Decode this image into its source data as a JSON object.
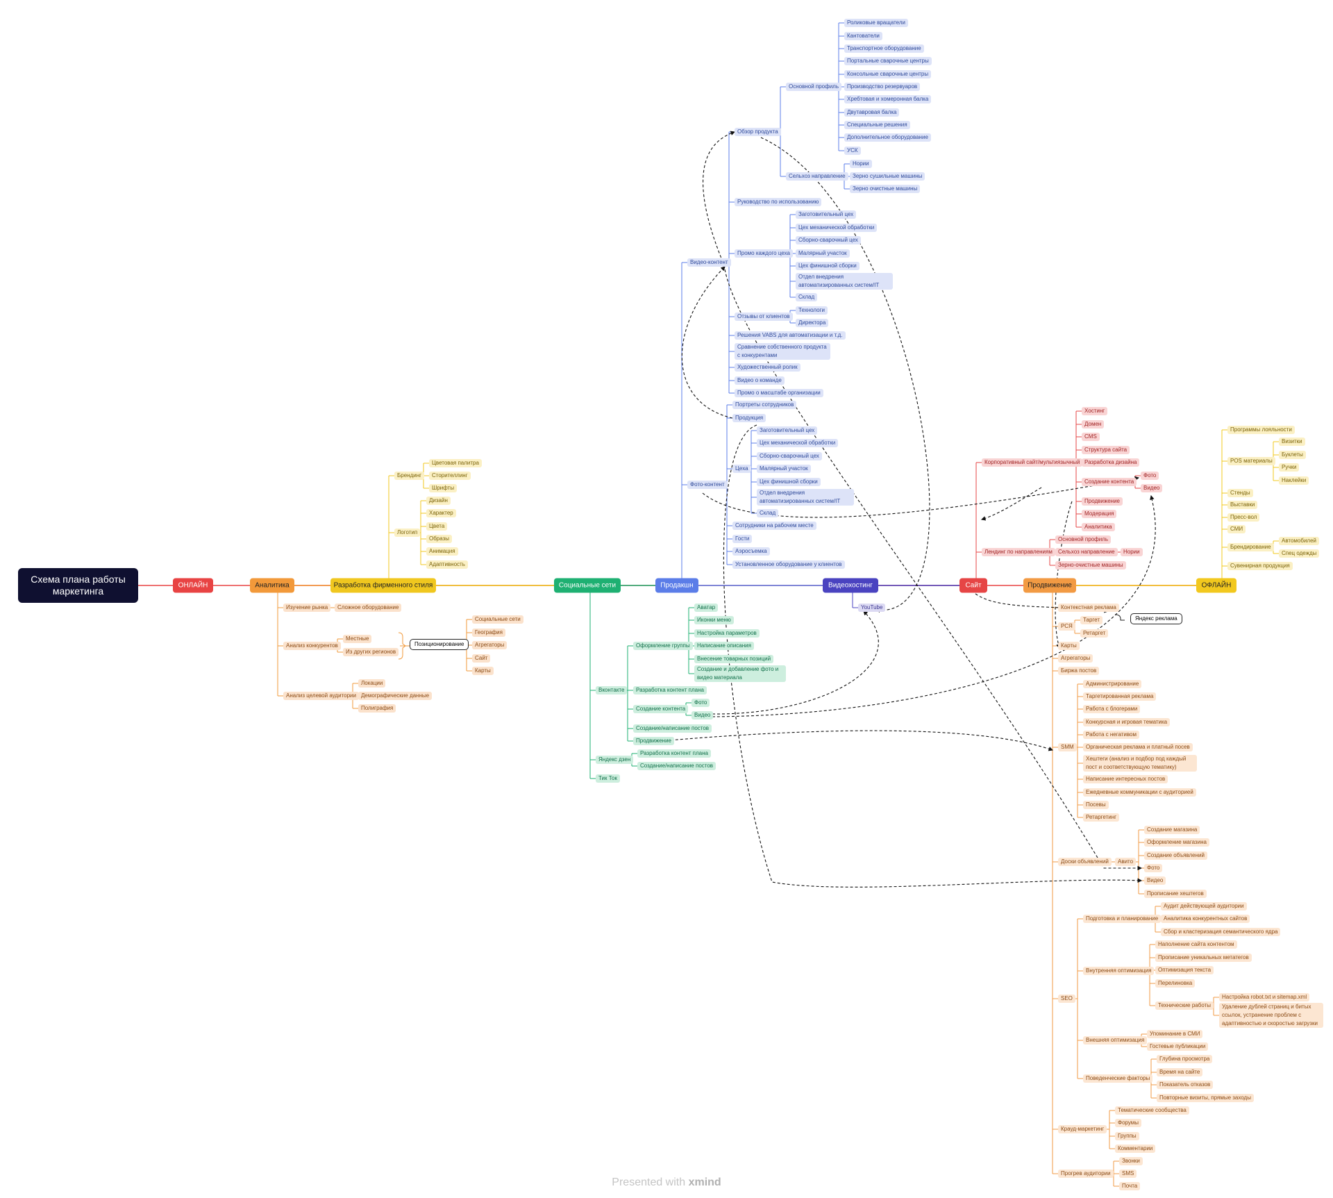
{
  "colors": {
    "online": "#e84343",
    "analytics": "#f2993a",
    "brand": "#f0c71f",
    "social": "#1eb072",
    "production": "#5b7de8",
    "video": "#4a43c0",
    "site": "#e64545",
    "promo": "#f29a43",
    "offline": "#f2c81e"
  },
  "root": {
    "label": "Схема плана работы маркетинга"
  },
  "main": {
    "online": "ОНЛАЙН",
    "analytics": "Аналитика",
    "brand": "Разработка фирменного стиля",
    "social": "Социальные сети",
    "production": "Продакшн",
    "videohosting": "Видеохостинг",
    "site": "Сайт",
    "promo": "Продвижение",
    "offline": "ОФЛАЙН"
  },
  "callouts": {
    "positioning": "Позиционирование",
    "yandex_ads": "Яндекс реклама"
  },
  "footer": {
    "prefix": "Presented with ",
    "brand": "xmind"
  },
  "nodes": {
    "an_market": "Изучение рынка",
    "an_market_c": "Сложное оборудование",
    "an_comp": "Анализ конкурентов",
    "an_comp_local": "Местные",
    "an_comp_other": "Из других регионов",
    "an_comp_c1": "Социальные сети",
    "an_comp_c2": "География",
    "an_comp_c3": "Агрегаторы",
    "an_comp_c4": "Сайт",
    "an_comp_c5": "Карты",
    "an_ta": "Анализ целевой аудитории",
    "an_ta_c1": "Локации",
    "an_ta_c2": "Демографические данные",
    "an_ta_c3": "Полиграфия",
    "br_branding": "Брендинг",
    "br_b1": "Цветовая палитра",
    "br_b2": "Сторителлинг",
    "br_b3": "Шрифты",
    "br_logo": "Логотип",
    "br_l1": "Дизайн",
    "br_l2": "Характер",
    "br_l3": "Цвета",
    "br_l4": "Образы",
    "br_l5": "Анимация",
    "br_l6": "Адаптивность",
    "vk": "Вконтакте",
    "vk_design": "Оформление группы",
    "vk_d1": "Аватар",
    "vk_d2": "Иконки меню",
    "vk_d3": "Настройка параметров",
    "vk_d4": "Написание описания",
    "vk_d5": "Внесение товарных позиций",
    "vk_d6": "Создание и добавление фото и видео материала",
    "vk_plan": "Разработка контент плана",
    "vk_content": "Создание контента",
    "vk_c_photo": "Фото",
    "vk_c_video": "Видео",
    "vk_posts": "Создание/написание постов",
    "vk_promo": "Продвижение",
    "yadzen": "Яндекс дзен",
    "yd_plan": "Разработка контент плана",
    "yd_posts": "Создание/написание постов",
    "tiktok": "Тик Ток",
    "video_content": "Видео-контент",
    "overview": "Обзор продукта",
    "main_profile": "Основной профиль",
    "mp1": "Роликовые вращатели",
    "mp2": "Кантователи",
    "mp3": "Транспортное оборудование",
    "mp4": "Портальные сварочные центры",
    "mp5": "Консольные сварочные центры",
    "mp6": "Производство резервуаров",
    "mp7": "Хребтовая и хомеронная балка",
    "mp8": "Двутавровая балка",
    "mp9": "Специальные решения",
    "mp10": "Дополнительное оборудование",
    "mp11": "УСК",
    "agri": "Сельхоз направление",
    "ag1": "Нории",
    "ag2": "Зерно сушильные машины",
    "ag3": "Зерно очистные машины",
    "manual": "Руководство по использованию",
    "promo_shop": "Промо каждого цеха",
    "ps1": "Заготовительный цех",
    "ps2": "Цех механической обработки",
    "ps3": "Сборно-сварочный цех",
    "ps4": "Малярный участок",
    "ps5": "Цех финишной сборки",
    "ps6": "Отдел внедрения автоматизированных систем/IT",
    "ps7": "Склад",
    "reviews": "Отзывы от клиентов",
    "rv1": "Технологи",
    "rv2": "Директора",
    "vabs": "Решения VABS для автоматизации и т.д.",
    "compare": "Сравнение собственного продукта с конкурентами",
    "art": "Художественный ролик",
    "team_video": "Видео о команде",
    "scale": "Промо о масштабе организации",
    "photo_content": "Фото-контент",
    "portraits": "Портреты сотрудников",
    "products": "Продукция",
    "shops": "Цеха",
    "sh1": "Заготовительный цех",
    "sh2": "Цех механической обработки",
    "sh3": "Сборно-сварочный цех",
    "sh4": "Малярный участок",
    "sh5": "Цех финишной сборки",
    "sh6": "Отдел внедрения автоматизированных систем/IT",
    "sh7": "Склад",
    "workers": "Сотрудники на рабочем месте",
    "guests": "Гости",
    "aerial": "Аэросъемка",
    "install": "Установленное оборудование у клиентов",
    "youtube": "YouTube",
    "corp": "Корпоративный сайт/мультиязычный",
    "cs1": "Хостинг",
    "cs2": "Домен",
    "cs3": "CMS",
    "cs4": "Структура сайта",
    "cs5": "Разработка дизайна",
    "cs6": "Создание контента",
    "cs6_photo": "Фото",
    "cs6_video": "Видео",
    "cs7": "Продвижение",
    "cs8": "Модерация",
    "cs9": "Аналитика",
    "landing": "Лендинг по направлениям",
    "ld1": "Основной профиль",
    "ld2": "Сельхоз направление",
    "ld2_c": "Нории",
    "ld3": "Зерно-очистные машины",
    "pr_context": "Контекстная реклама",
    "pr_rsya": "РСЯ",
    "pr_target": "Таргет",
    "pr_retarget": "Ретаргет",
    "pr_maps": "Карты",
    "pr_aggr": "Агрегаторы",
    "pr_exchange": "Биржа постов",
    "smm": "SMM",
    "smm1": "Администрирование",
    "smm2": "Таргетированная реклама",
    "smm3": "Работа с блогерами",
    "smm4": "Конкурсная и игровая тематика",
    "smm5": "Работа с негативом",
    "smm6": "Органическая реклама и платный посев",
    "smm7": "Хештеги (анализ и подбор под каждый пост и соответствующую тематику)",
    "smm8": "Написание интересных постов",
    "smm9": "Ежедневные коммуникации с аудиторией",
    "smm10": "Посевы",
    "smm11": "Ретаргетинг",
    "boards": "Доски объявлений",
    "avito": "Авито",
    "av1": "Создание магазина",
    "av2": "Оформление магазина",
    "av3": "Создание объявлений",
    "av4": "Фото",
    "av5": "Видео",
    "av6": "Прописание хештегов",
    "seo": "SEO",
    "seo_prep": "Подготовка и планирование",
    "sp1": "Аудит действующей аудитории",
    "sp2": "Аналитика конкурентных сайтов",
    "sp3": "Сбор и кластеризация семантического ядра",
    "seo_int": "Внутренняя оптимизация",
    "si1": "Наполнение сайта контентом",
    "si2": "Прописание уникальных метатегов",
    "si3": "Оптимизация текста",
    "si4": "Перелиновка",
    "si5": "Технические работы",
    "si5a": "Настройка robot.txt и sitemap.xml",
    "si5b": "Удаление дублей страниц и битых ссылок, устранение проблем с адаптивностью и скоростью загрузки",
    "seo_ext": "Внешняя оптимизация",
    "se1": "Упоминание в СМИ",
    "se2": "Гостевые публикации",
    "seo_beh": "Поведенческие факторы",
    "sb1": "Глубина просмотра",
    "sb2": "Время на сайте",
    "sb3": "Показатель отказов",
    "sb4": "Повторные визиты, прямые заходы",
    "crowd": "Крауд-маркетинг",
    "cr1": "Тематические сообщества",
    "cr2": "Форумы",
    "cr3": "Группы",
    "cr4": "Комментарии",
    "warm": "Прогрев аудитории",
    "wm1": "Звонки",
    "wm2": "SMS",
    "wm3": "Почта",
    "off_loyal": "Программы лояльности",
    "off_pos": "POS материалы",
    "op1": "Визитки",
    "op2": "Буклеты",
    "op3": "Ручки",
    "op4": "Наклейки",
    "off_stands": "Стенды",
    "off_expo": "Выставки",
    "off_press": "Пресс-вол",
    "off_media": "СМИ",
    "off_brand": "Брендирование",
    "ob1": "Автомобилей",
    "ob2": "Спец одежды",
    "off_souvenir": "Сувенирная продукция"
  }
}
